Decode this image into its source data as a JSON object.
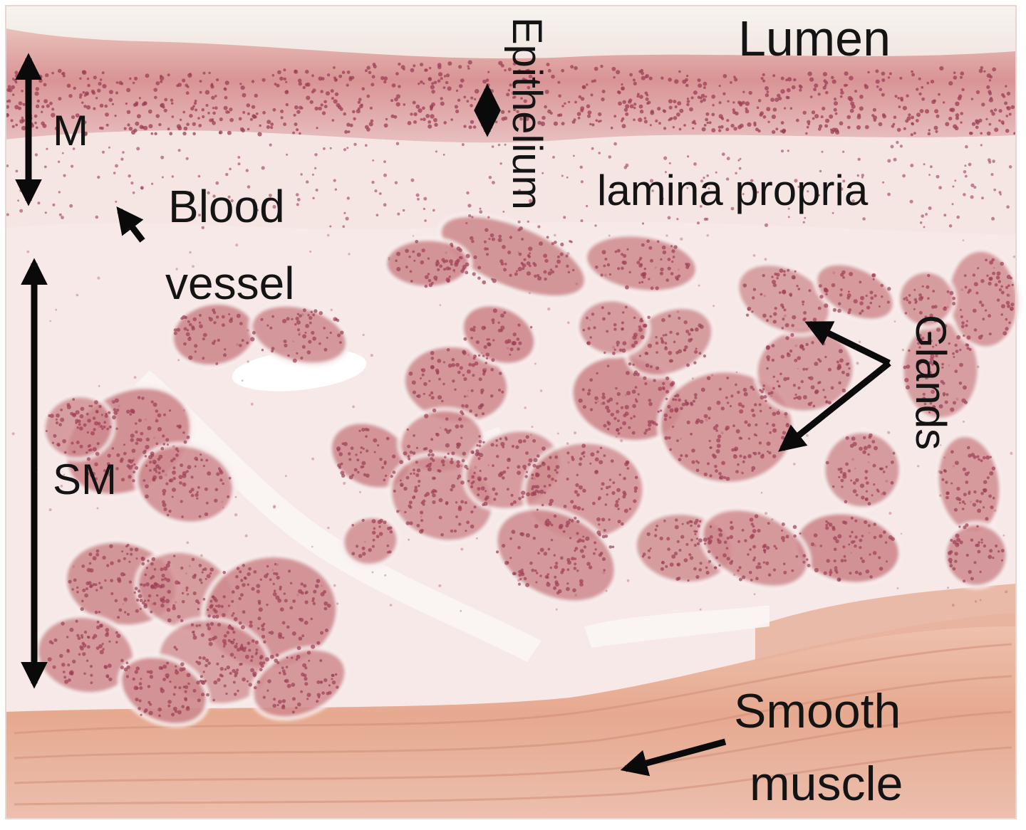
{
  "figure": {
    "labels": {
      "lumen": "Lumen",
      "epithelium": "Epithelium",
      "lamina_propria": "lamina propria",
      "mucosa": "M",
      "blood_vessel_line1": "Blood",
      "blood_vessel_line2": "vessel",
      "submucosa": "SM",
      "glands": "Glands",
      "smooth_muscle_line1": "Smooth",
      "smooth_muscle_line2": "muscle"
    },
    "colors": {
      "background": "#ffffff",
      "tissue_base": "#f2dcd6",
      "epithelium": "#dc9c9c",
      "gland": "#cf8a8e",
      "nuclei": "#9c3f55",
      "connective": "#f7ecea",
      "smooth_muscle": "#e7ae96",
      "arrow": "#0a0a0a",
      "text": "#141414"
    }
  }
}
